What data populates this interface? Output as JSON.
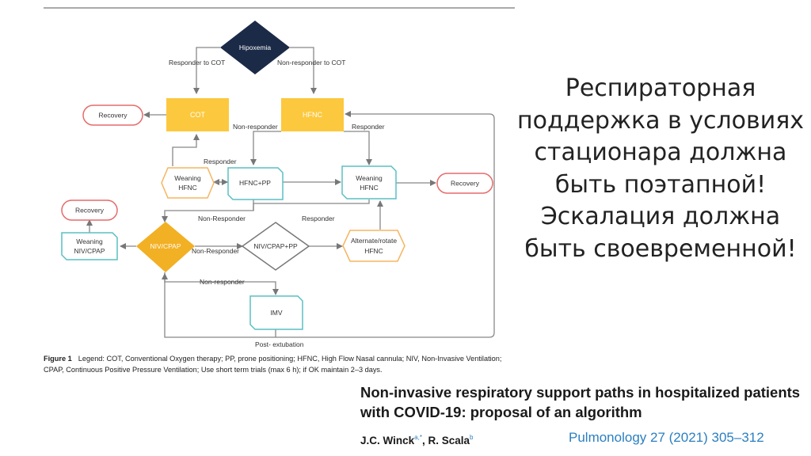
{
  "flowchart": {
    "nodes": {
      "hipoxemia": "Hipoxemia",
      "cot": "COT",
      "hfnc": "HFNC",
      "recovery_left": "Recovery",
      "weaning_hfnc_left_1": "Weaning",
      "weaning_hfnc_left_2": "HFNC",
      "hfnc_pp": "HFNC+PP",
      "weaning_hfnc_right_1": "Weaning",
      "weaning_hfnc_right_2": "HFNC",
      "recovery_right": "Recovery",
      "recovery_mid": "Recovery",
      "weaning_niv_1": "Weaning",
      "weaning_niv_2": "NIV/CPAP",
      "niv_cpap": "NIV/CPAP",
      "niv_cpap_pp": "NIV/CPAP+PP",
      "alternate_1": "Alternate/rotate",
      "alternate_2": "HFNC",
      "imv": "IMV"
    },
    "edge_labels": {
      "responder_to_cot": "Responder to COT",
      "non_responder_to_cot": "Non-responder to COT",
      "non_responder_1": "Non-responder",
      "responder_right": "Responder",
      "responder_left": "Responder",
      "non_responder_2": "Non-Responder",
      "responder_mid": "Responder",
      "non_responder_3": "Non-Responder",
      "non_responder_4": "Non-responder",
      "post_extubation": "Post- extubation"
    },
    "colors": {
      "diamond_dark": "#1b2a47",
      "diamond_orange": "#f2b024",
      "rect_yellow": "#fcc83e",
      "teal": "#5bbfc3",
      "red": "#e66b6b",
      "orange_outline": "#f5b560",
      "grey": "#777777"
    }
  },
  "caption": {
    "label": "Figure 1",
    "text": "Legend: COT, Conventional Oxygen therapy; PP, prone positioning; HFNC, High Flow Nasal cannula; NIV, Non-Invasive Ventilation; CPAP, Continuous Positive Pressure Ventilation; Use short term trials (max 6 h); if OK maintain 2–3 days."
  },
  "side_text": "Респираторная поддержка в условиях стационара должна быть поэтапной! Эскалация должна быть своевременной!",
  "paper": {
    "title": "Non-invasive respiratory support paths in hospitalized patients with COVID-19: proposal of an algorithm",
    "author1": "J.C. Winck",
    "author1_sup": "a,*",
    "author2": "R. Scala",
    "author2_sup": "b",
    "journal": "Pulmonology 27 (2021) 305–312"
  }
}
